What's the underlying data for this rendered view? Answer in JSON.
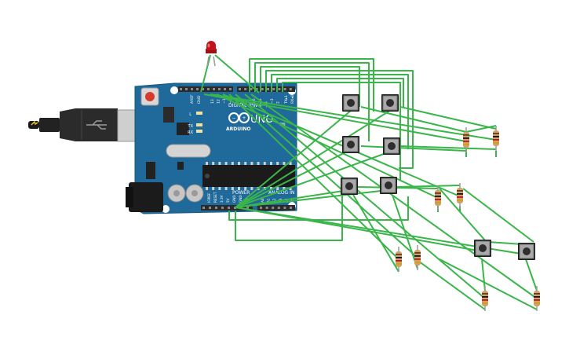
{
  "board": {
    "brand": "ARDUINO",
    "model": "UNO",
    "on_label": "ON",
    "digital_label": "DIGITAL (PWM~)",
    "power_label": "POWER",
    "analog_label": "ANALOG IN",
    "led_l": "L",
    "led_tx": "TX",
    "led_rx": "RX",
    "pin_top_left": "AREF",
    "pin_top_gnd": "GND",
    "pin_tx": "TX▸1",
    "pin_rx": "RX◂0",
    "digital_pins": [
      "13",
      "12",
      "~11",
      "~10",
      "~9",
      "8",
      "7",
      "~6",
      "~5",
      "4",
      "~3",
      "2"
    ],
    "power_pins": [
      "IOREF",
      "RESET",
      "3.3V",
      "5V",
      "GND",
      "GND",
      "Vin"
    ],
    "analog_pins": [
      "A0",
      "A1",
      "A2",
      "A3",
      "A4",
      "A5"
    ]
  },
  "colors": {
    "board": "#1f6a9a",
    "board_dark": "#17557d",
    "wire": "#3ab54a",
    "header": "#2b2b2b",
    "button_body": "#a9a9a9",
    "led": "#c0141c",
    "resistor": "#c9a36a"
  },
  "components": {
    "buttons": [
      "button",
      "button",
      "button",
      "button",
      "button",
      "button",
      "button",
      "button"
    ],
    "resistors": [
      "resistor",
      "resistor",
      "resistor",
      "resistor",
      "resistor",
      "resistor",
      "resistor",
      "resistor"
    ],
    "led": "red-led",
    "usb": "usb-cable"
  }
}
